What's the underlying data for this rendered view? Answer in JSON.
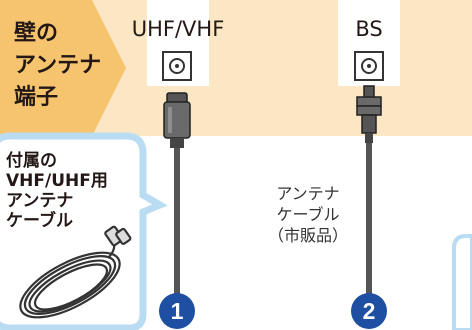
{
  "wall_label": [
    "壁の",
    "アンテナ",
    "端子"
  ],
  "ports": [
    {
      "label": "UHF/VHF",
      "number": "1"
    },
    {
      "label": "BS",
      "number": "2"
    }
  ],
  "accessory_label": [
    "付属の",
    "VHF/UHF用",
    "アンテナ",
    "ケーブル"
  ],
  "cable_label": [
    "アンテナ",
    "ケーブル",
    "（市販品）"
  ],
  "colors": {
    "wall_band": "#fbe7c4",
    "arrow_tab": "#f6c46e",
    "callout_border": "#b9dcf2",
    "number_badge": "#1e4fa3",
    "cable": "#555555"
  }
}
